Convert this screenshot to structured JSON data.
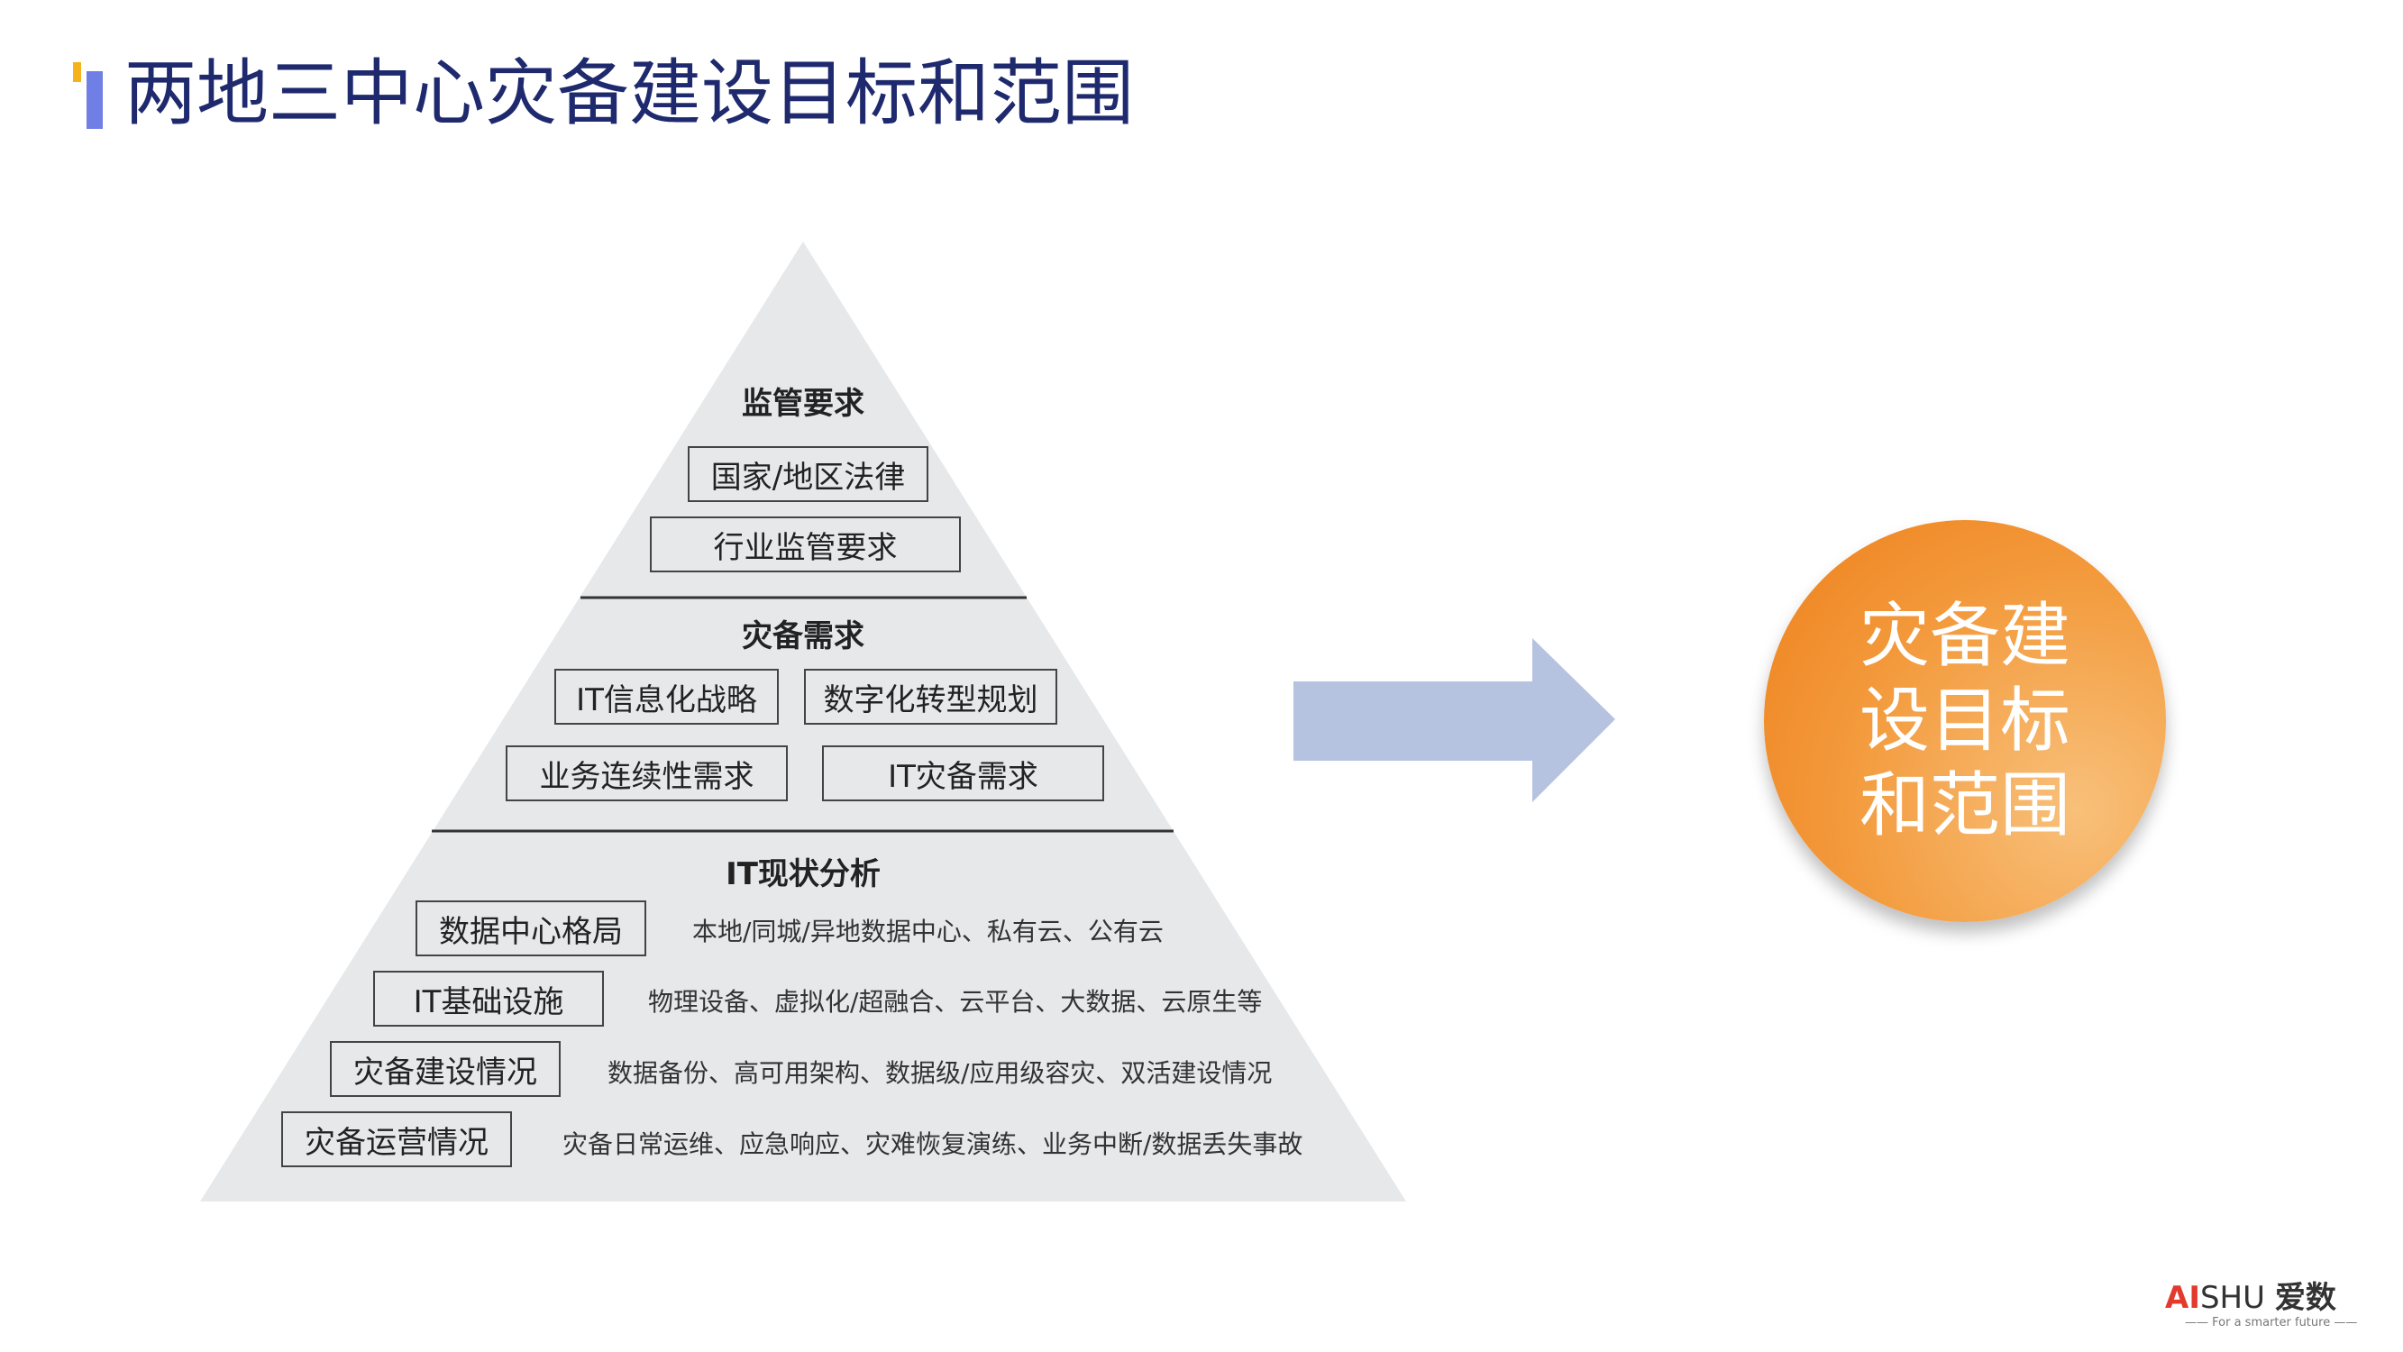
{
  "title": "两地三中心灾备建设目标和范围",
  "pyramid": {
    "tier1": {
      "heading": "监管要求",
      "items": [
        "国家/地区法律",
        "行业监管要求"
      ]
    },
    "tier2": {
      "heading": "灾备需求",
      "items": [
        "IT信息化战略",
        "数字化转型规划",
        "业务连续性需求",
        "IT灾备需求"
      ]
    },
    "tier3": {
      "heading": "IT现状分析",
      "rows": [
        {
          "label": "数据中心格局",
          "desc": "本地/同城/异地数据中心、私有云、公有云"
        },
        {
          "label": "IT基础设施",
          "desc": "物理设备、虚拟化/超融合、云平台、大数据、云原生等"
        },
        {
          "label": "灾备建设情况",
          "desc": "数据备份、高可用架构、数据级/应用级容灾、双活建设情况"
        },
        {
          "label": "灾备运营情况",
          "desc": "灾备日常运维、应急响应、灾难恢复演练、业务中断/数据丢失事故"
        }
      ]
    }
  },
  "target": "灾备建设目标和范围",
  "logo": {
    "ai": "AI",
    "shu": "SHU",
    "cn": "爱数",
    "tagline": "—— For a smarter future ——"
  },
  "colors": {
    "title": "#1f2a6e",
    "accent_blue": "#6f7fe6",
    "accent_yellow": "#f5b21a",
    "pyramid": "#e6e8ea",
    "arrow": "#b6c3e0",
    "circle": "#f39a3c"
  }
}
